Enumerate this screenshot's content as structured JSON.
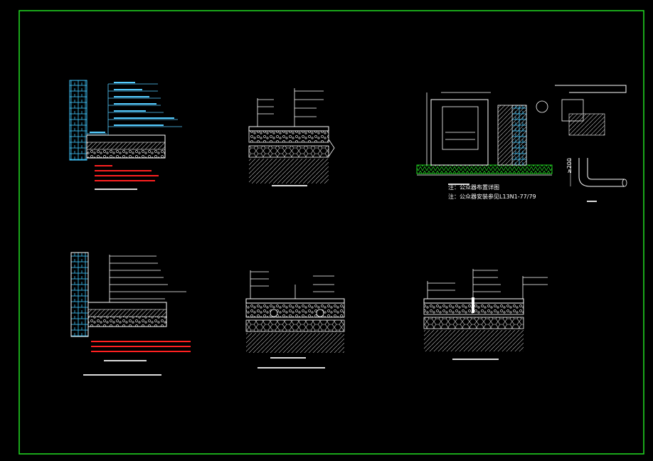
{
  "colors": {
    "background": "#000000",
    "frame": "#22dd22",
    "line": "#ffffff",
    "leader": "#55ccff",
    "note": "#ff2020",
    "grass": "#22cc22"
  },
  "drawing": {
    "detail_d_notes": [
      "注：公众器布置详图",
      "注：公众器安装参见L13N1-77/79"
    ],
    "pipe_dimension": "≥200"
  }
}
